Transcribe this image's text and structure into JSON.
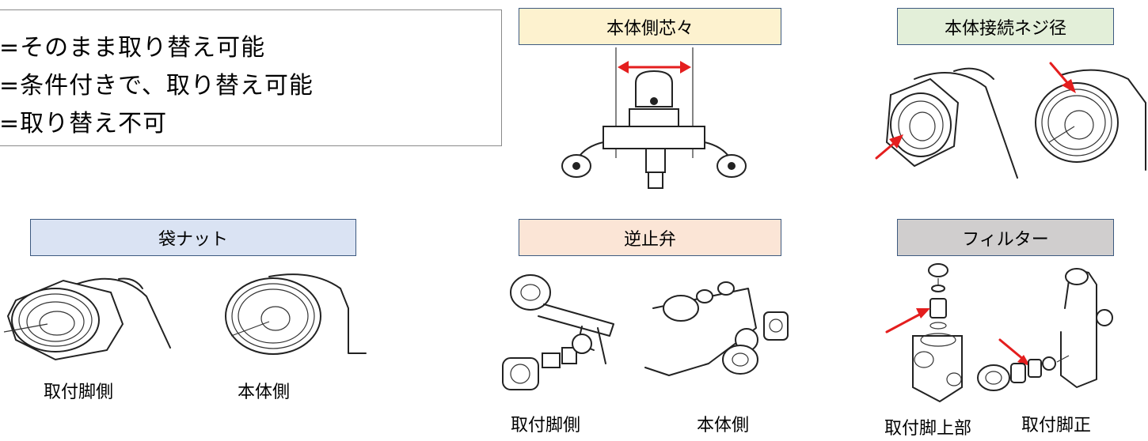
{
  "legend": {
    "lines": [
      "=そのまま取り替え可能",
      "=条件付きで、取り替え可能",
      "=取り替え不可"
    ]
  },
  "panels": {
    "center_distance": {
      "title": "本体側芯々",
      "color": "#fdf2cf"
    },
    "thread_diameter": {
      "title": "本体接続ネジ径",
      "color": "#e3efd9"
    },
    "cap_nut": {
      "title": "袋ナット",
      "color": "#dae3f3",
      "captions": [
        "取付脚側",
        "本体側"
      ]
    },
    "check_valve": {
      "title": "逆止弁",
      "color": "#fbe5d6",
      "captions": [
        "取付脚側",
        "本体側"
      ]
    },
    "filter": {
      "title": "フィルター",
      "color": "#d0cece",
      "captions": [
        "取付脚上部",
        "取付脚正"
      ]
    }
  },
  "colors": {
    "arrow": "#e41e1e",
    "box_border": "#3d5a80"
  }
}
